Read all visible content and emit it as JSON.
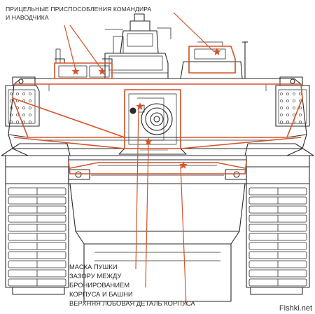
{
  "diagram": {
    "top_label": {
      "line1": "ПРИЦЕЛЬНЫЕ ПРИСПОСОБЛЕНИЯ КОМАНДИРА",
      "line2": "И НАВОДЧИКА"
    },
    "bottom_labels": [
      "МАСКА ПУШКИ",
      "ЗАЗОРУ МЕЖДУ",
      "БРОНИРОВАНИЕМ",
      "КОРПУСА И БАШНИ",
      "ВЕРХНЯЯ ЛОБОВАЯ ДЕТАЛЬ КОРПУСА"
    ],
    "watermark": "Fishki.net",
    "colors": {
      "accent": "#d4532b",
      "ink": "#2a2a2a"
    }
  }
}
